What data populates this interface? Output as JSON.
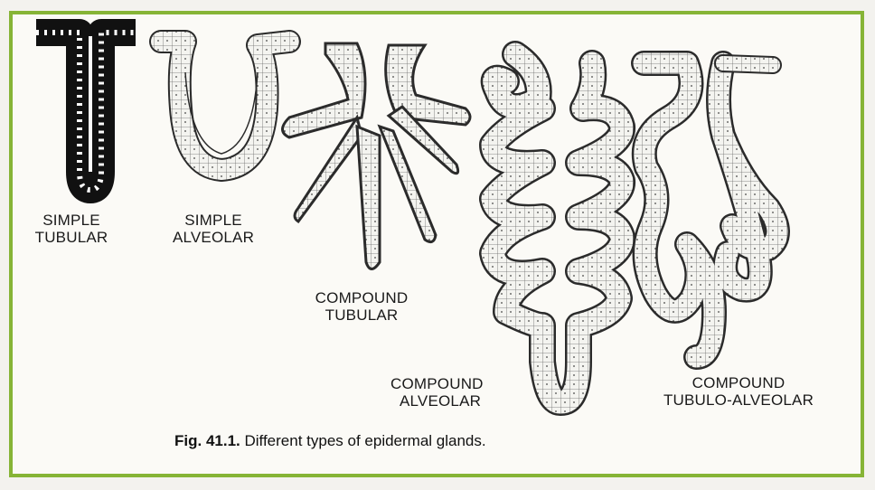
{
  "labels": {
    "simple_tubular": [
      "SIMPLE",
      "TUBULAR"
    ],
    "simple_alveolar": [
      "SIMPLE",
      "ALVEOLAR"
    ],
    "compound_tubular": [
      "COMPOUND",
      "TUBULAR"
    ],
    "compound_alveolar": [
      "COMPOUND",
      "ALVEOLAR"
    ],
    "compound_tubulo_alveolar": [
      "COMPOUND",
      "TUBULO-ALVEOLAR"
    ]
  },
  "caption": {
    "fig_number": "Fig. 41.1.",
    "text": "Different types of epidermal glands."
  },
  "colors": {
    "frame": "#86b436",
    "outline": "#2b2b2b",
    "cell_fill": "#f4f4f0",
    "dark_gland": "#111111"
  }
}
